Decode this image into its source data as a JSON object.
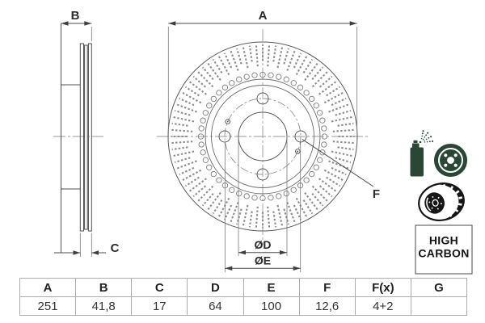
{
  "drawing": {
    "dims": {
      "a": "A",
      "b": "B",
      "c": "C",
      "d": "ØD",
      "e": "ØE",
      "f": "F"
    }
  },
  "icons": {
    "high_carbon_line1": "HIGH",
    "high_carbon_line2": "CARBON"
  },
  "colors": {
    "accent_green": "#2a4736",
    "icon_black": "#161616",
    "line": "#4f4f4f"
  },
  "table": {
    "headers": [
      "A",
      "B",
      "C",
      "D",
      "E",
      "F",
      "F(x)",
      "G"
    ],
    "values": [
      "251",
      "41,8",
      "17",
      "64",
      "100",
      "12,6",
      "4+2",
      ""
    ]
  }
}
